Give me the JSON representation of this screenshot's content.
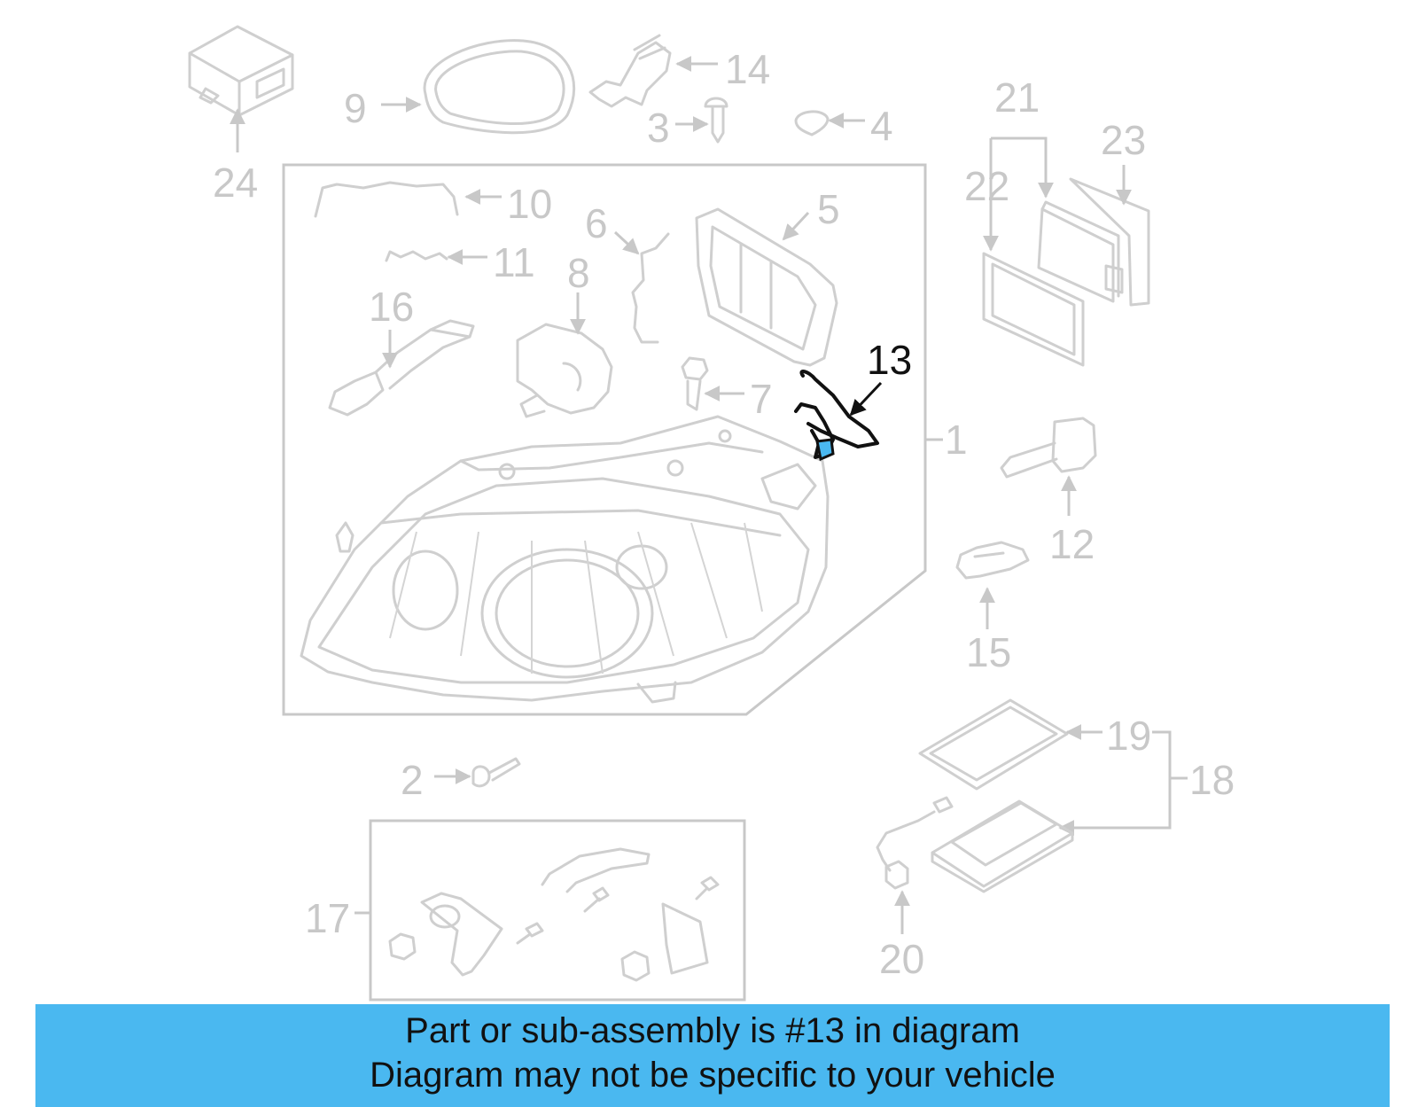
{
  "diagram": {
    "highlight_color": "#4ab8f0",
    "highlighted_part": "13",
    "callouts": {
      "c1": "1",
      "c2": "2",
      "c3": "3",
      "c4": "4",
      "c5": "5",
      "c6": "6",
      "c7": "7",
      "c8": "8",
      "c9": "9",
      "c10": "10",
      "c11": "11",
      "c12": "12",
      "c13": "13",
      "c14": "14",
      "c15": "15",
      "c16": "16",
      "c17": "17",
      "c18": "18",
      "c19": "19",
      "c20": "20",
      "c21": "21",
      "c22": "22",
      "c23": "23",
      "c24": "24"
    }
  },
  "banner": {
    "line1": "Part or sub-assembly is #13 in diagram",
    "line2": "Diagram may not be specific to your vehicle",
    "background": "#4ab8f0"
  }
}
